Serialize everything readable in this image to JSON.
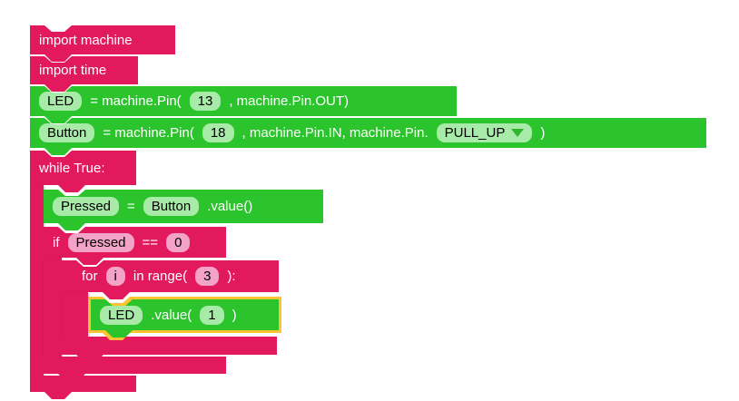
{
  "colors": {
    "pink": "#E2195C",
    "field-pink": "#F2A3C7",
    "green": "#2CC42C",
    "field-green": "#A8EBA8",
    "yellow": "#FFC331",
    "arrow-green": "#2FB52F",
    "text-light": "#FFFFFF",
    "text-dark": "#000000"
  },
  "blocks": {
    "import_machine": {
      "text": "import machine"
    },
    "import_time": {
      "text": "import time"
    },
    "led_assign": {
      "var": "LED",
      "t1": "= machine.Pin(",
      "pin": "13",
      "t2": ", machine.Pin.OUT)"
    },
    "button_assign": {
      "var": "Button",
      "t1": "= machine.Pin(",
      "pin": "18",
      "t2": ", machine.Pin.IN, machine.Pin.",
      "pull_mode": "PULL_UP",
      "t3": ")"
    },
    "while_loop": {
      "text": "while True:"
    },
    "pressed_assign": {
      "var": "Pressed",
      "eq": "=",
      "source": "Button",
      "suffix": ".value()"
    },
    "if_stmt": {
      "kw": "if",
      "var": "Pressed",
      "op": "==",
      "val": "0"
    },
    "for_loop": {
      "kw": "for",
      "var": "i",
      "mid": "in range(",
      "count": "3",
      "suffix": "):"
    },
    "led_value": {
      "var": "LED",
      "mid": ".value(",
      "val": "1",
      "close": ")"
    }
  }
}
